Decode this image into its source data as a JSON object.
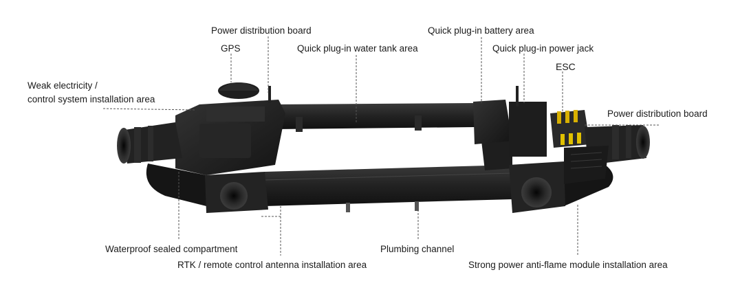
{
  "labels": {
    "power_distribution_board_left": "Power distribution board",
    "gps": "GPS",
    "water_tank_area": "Quick plug-in water tank area",
    "battery_area": "Quick plug-in battery area",
    "power_jack": "Quick plug-in power jack",
    "esc": "ESC",
    "weak_electricity_line1": "Weak electricity /",
    "weak_electricity_line2": "control system installation area",
    "power_distribution_board_right": "Power distribution board",
    "waterproof_compartment": "Waterproof sealed compartment",
    "plumbing_channel": "Plumbing channel",
    "rtk_antenna_area": "RTK / remote control antenna installation area",
    "anti_flame_module_area": "Strong power anti-flame module installation area"
  }
}
